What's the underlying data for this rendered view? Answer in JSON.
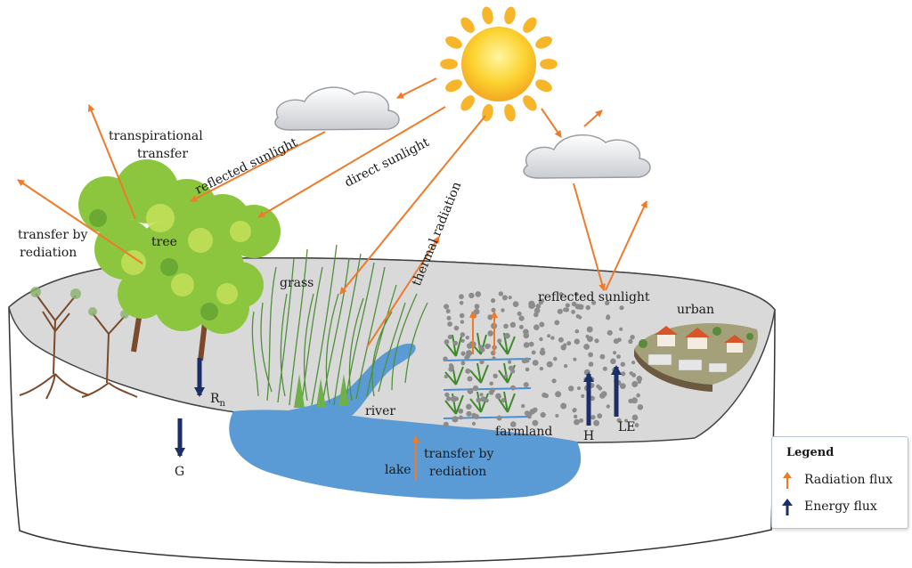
{
  "labels": {
    "transpirational_1": "transpirational",
    "transpirational_2": "transfer",
    "reflected_sunlight_left": "reflected sunlight",
    "direct_sunlight": "direct sunlight",
    "thermal_radiation": "thermal radiation",
    "transfer_by_radiation_left_1": "transfer by",
    "transfer_by_radiation_left_2": "rediation",
    "tree": "tree",
    "grass": "grass",
    "reflected_sunlight_right": "reflected sunlight",
    "urban": "urban",
    "rn_main": "R",
    "rn_sub": "n",
    "g": "G",
    "river": "river",
    "farmland": "farmland",
    "h": "H",
    "le": "LE",
    "lake": "lake",
    "transfer_by_radiation_lake_1": "transfer by",
    "transfer_by_radiation_lake_2": "rediation"
  },
  "legend": {
    "title": "Legend",
    "radiation_flux": "Radiation  flux",
    "energy_flux": "Energy  flux"
  },
  "colors": {
    "radiation_arrow": "#ee7a2a",
    "energy_arrow": "#1b2f66",
    "ground": "#d9d9d9",
    "water": "#5b9bd5",
    "sun": "#f7c62a",
    "tree_foliage": "#8cc63f",
    "grass": "#4f8f3a"
  }
}
